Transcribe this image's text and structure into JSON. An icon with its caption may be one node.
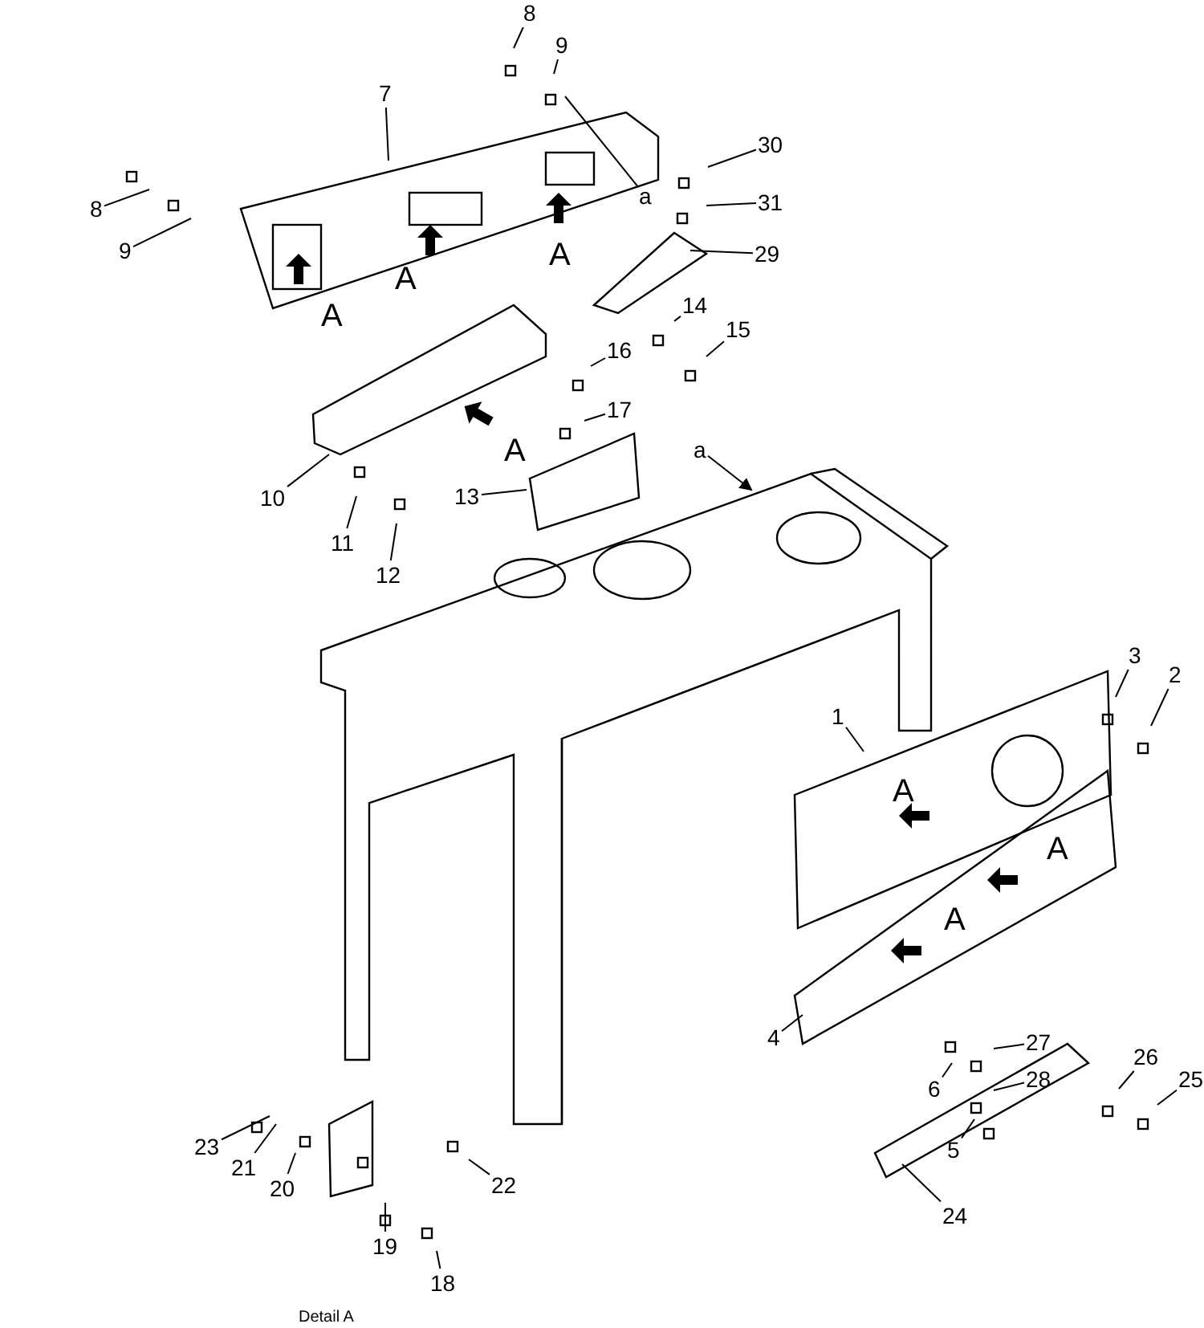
{
  "diagram": {
    "nodes": [
      {
        "text": [
          "8"
        ]
      },
      {
        "text": [
          "9"
        ]
      },
      {
        "text": [
          "7"
        ]
      },
      {
        "text": [
          "30"
        ]
      },
      {
        "text": [
          "8"
        ]
      },
      {
        "text": [
          "9"
        ]
      },
      {
        "text": [
          "a"
        ]
      },
      {
        "text": [
          "31"
        ]
      },
      {
        "text": [
          "29"
        ]
      },
      {
        "text": [
          "14"
        ]
      },
      {
        "text": [
          "16"
        ]
      },
      {
        "text": [
          "15"
        ]
      },
      {
        "text": [
          "17"
        ]
      },
      {
        "text": [
          "a"
        ]
      },
      {
        "text": [
          "10"
        ]
      },
      {
        "text": [
          "13"
        ]
      },
      {
        "text": [
          "11"
        ]
      },
      {
        "text": [
          "12"
        ]
      },
      {
        "text": [
          "3"
        ]
      },
      {
        "text": [
          "2"
        ]
      },
      {
        "text": [
          "1"
        ]
      },
      {
        "text": [
          "27"
        ]
      },
      {
        "text": [
          "4"
        ]
      },
      {
        "text": [
          "26"
        ]
      },
      {
        "text": [
          "25"
        ]
      },
      {
        "text": [
          "6"
        ]
      },
      {
        "text": [
          "28"
        ]
      },
      {
        "text": [
          "5"
        ]
      },
      {
        "text": [
          "23"
        ]
      },
      {
        "text": [
          "21"
        ]
      },
      {
        "text": [
          "20"
        ]
      },
      {
        "text": [
          "24"
        ]
      },
      {
        "text": [
          "22"
        ]
      },
      {
        "text": [
          "19"
        ]
      },
      {
        "text": [
          "18"
        ]
      }
    ],
    "edges": [
      {
        "from": 0,
        "to": null,
        "arrow": "none"
      },
      {
        "from": 1,
        "to": null,
        "arrow": "none"
      },
      {
        "from": 2,
        "to": null,
        "arrow": "none"
      },
      {
        "from": 3,
        "to": null,
        "arrow": "none"
      },
      {
        "from": 4,
        "to": null,
        "arrow": "none"
      },
      {
        "from": 5,
        "to": null,
        "arrow": "none"
      },
      {
        "from": 6,
        "to": null,
        "arrow": "none"
      },
      {
        "from": 7,
        "to": null,
        "arrow": "none"
      },
      {
        "from": 8,
        "to": null,
        "arrow": "none"
      },
      {
        "from": 9,
        "to": null,
        "arrow": "none"
      },
      {
        "from": 10,
        "to": null,
        "arrow": "none"
      },
      {
        "from": 11,
        "to": null,
        "arrow": "none"
      },
      {
        "from": 12,
        "to": null,
        "arrow": "none"
      },
      {
        "from": 13,
        "to": null,
        "arrow": "to"
      },
      {
        "from": 14,
        "to": null,
        "arrow": "none"
      },
      {
        "from": 15,
        "to": null,
        "arrow": "none"
      },
      {
        "from": 16,
        "to": null,
        "arrow": "none"
      },
      {
        "from": 17,
        "to": null,
        "arrow": "none"
      },
      {
        "from": 18,
        "to": null,
        "arrow": "none"
      },
      {
        "from": 19,
        "to": null,
        "arrow": "none"
      },
      {
        "from": 20,
        "to": null,
        "arrow": "none"
      },
      {
        "from": 21,
        "to": null,
        "arrow": "none"
      },
      {
        "from": 22,
        "to": null,
        "arrow": "none"
      },
      {
        "from": 23,
        "to": null,
        "arrow": "none"
      },
      {
        "from": 24,
        "to": null,
        "arrow": "none"
      },
      {
        "from": 25,
        "to": null,
        "arrow": "none"
      },
      {
        "from": 26,
        "to": null,
        "arrow": "none"
      },
      {
        "from": 27,
        "to": null,
        "arrow": "none"
      },
      {
        "from": 28,
        "to": null,
        "arrow": "none"
      },
      {
        "from": 29,
        "to": null,
        "arrow": "none"
      },
      {
        "from": 30,
        "to": null,
        "arrow": "none"
      },
      {
        "from": 31,
        "to": null,
        "arrow": "none"
      },
      {
        "from": 32,
        "to": null,
        "arrow": "none"
      },
      {
        "from": 33,
        "to": null,
        "arrow": "none"
      },
      {
        "from": 34,
        "to": null,
        "arrow": "none"
      }
    ],
    "labels": [
      "A",
      "A",
      "A",
      "A",
      "A",
      "A",
      "A",
      "Detail A"
    ]
  }
}
